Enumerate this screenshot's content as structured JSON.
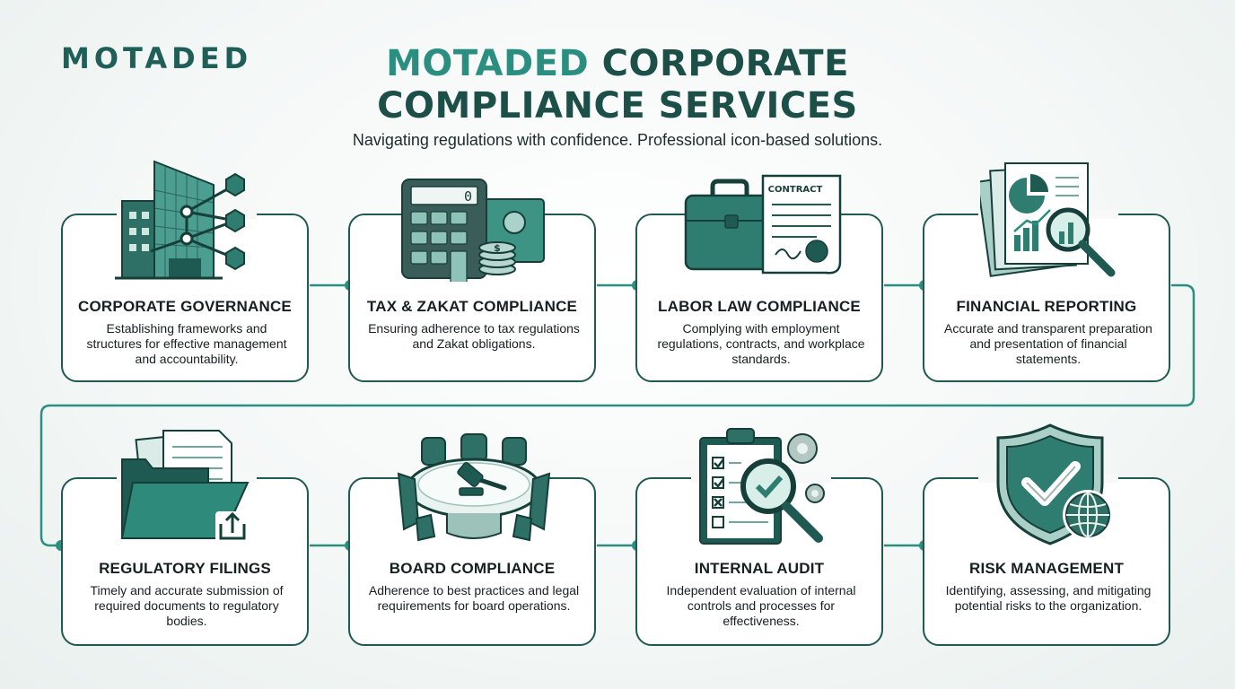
{
  "header": {
    "logo": "MOTADED",
    "title_accent": "MOTADED",
    "title_rest": " CORPORATE",
    "title_line2": "COMPLIANCE SERVICES",
    "subtitle": "Navigating regulations with confidence. Professional icon-based solutions."
  },
  "services": [
    {
      "title": "CORPORATE GOVERNANCE",
      "description": "Establishing frameworks and structures for effective management and accountability.",
      "icon": "building-network-icon"
    },
    {
      "title": "TAX & ZAKAT COMPLIANCE",
      "description": "Ensuring adherence to tax regulations and Zakat obligations.",
      "icon": "calculator-money-icon"
    },
    {
      "title": "LABOR LAW COMPLIANCE",
      "description": "Complying with employment regulations, contracts, and workplace standards.",
      "icon": "briefcase-contract-icon"
    },
    {
      "title": "FINANCIAL REPORTING",
      "description": "Accurate and transparent preparation and presentation of financial statements.",
      "icon": "report-magnifier-icon"
    },
    {
      "title": "REGULATORY FILINGS",
      "description": "Timely and accurate submission of required documents to regulatory bodies.",
      "icon": "folder-upload-icon"
    },
    {
      "title": "BOARD COMPLIANCE",
      "description": "Adherence to best practices and legal requirements for board operations.",
      "icon": "boardroom-gavel-icon"
    },
    {
      "title": "INTERNAL AUDIT",
      "description": "Independent evaluation of internal controls and processes for effectiveness.",
      "icon": "checklist-magnifier-icon"
    },
    {
      "title": "RISK MANAGEMENT",
      "description": "Identifying, assessing, and mitigating potential risks to the organization.",
      "icon": "shield-globe-icon"
    }
  ],
  "icon_texts": {
    "calculator_display": "0",
    "contract_label": "CONTRACT",
    "money_symbol": "$"
  },
  "colors": {
    "primary": "#1f5a52",
    "accent": "#2a8f80",
    "teal_fill": "#2e7d70",
    "light_teal": "#a9d3ca"
  }
}
